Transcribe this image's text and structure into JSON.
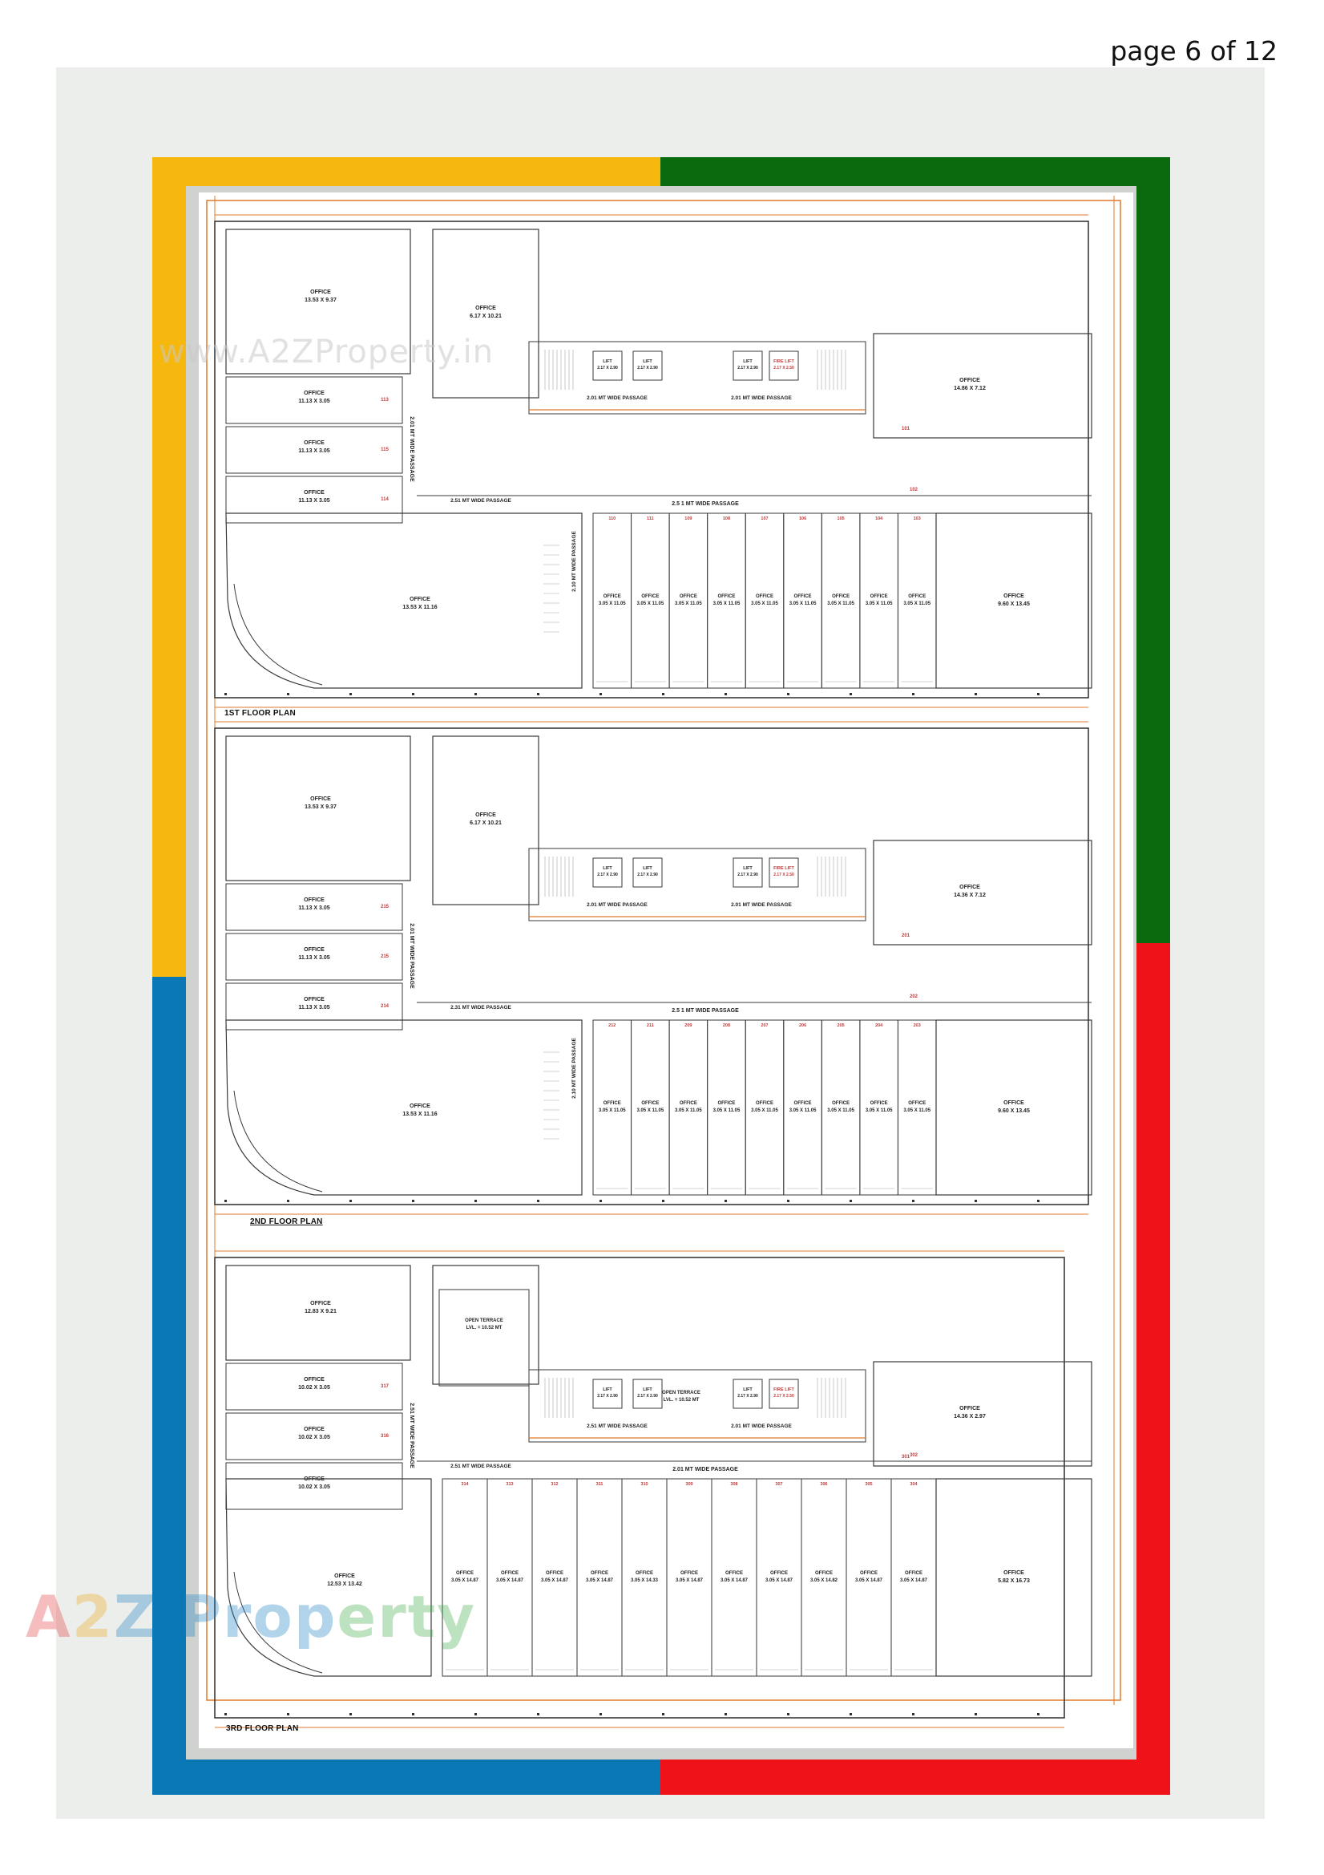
{
  "page_number": "page 6 of 12",
  "watermarks": {
    "url": "www.A2ZProperty.in",
    "logo": {
      "part1": "A",
      "part2": "2",
      "part3": "Z Prop",
      "part4": "erty"
    }
  },
  "frame_colors": {
    "yellow": "#f6b80e",
    "green": "#0a6b0e",
    "blue": "#0a78b4",
    "red": "#f01219"
  },
  "floors": [
    {
      "label": "1ST FLOOR PLAN",
      "offices_left": [
        {
          "name": "OFFICE",
          "size": "13.53 X 9.37"
        },
        {
          "name": "OFFICE",
          "size": "6.17 X 10.21"
        },
        {
          "name": "OFFICE",
          "size": "11.13 X 3.05",
          "no": "113"
        },
        {
          "name": "OFFICE",
          "size": "11.13 X 3.05",
          "no": "115"
        },
        {
          "name": "OFFICE",
          "size": "11.13 X 3.05",
          "no": "114"
        },
        {
          "name": "OFFICE",
          "size": "13.53 X 11.16"
        }
      ],
      "lifts": [
        "LIFT 2.17 X 2.90",
        "LIFT 2.17 X 2.90",
        "LIFT 2.17 X 2.90",
        "FIRE LIFT 2.17 X 2.50"
      ],
      "passages": [
        "2.01 MT WIDE PASSAGE",
        "2.01 MT WIDE PASSAGE",
        "2.51 MT WIDE PASSAGE",
        "2.5 1 MT WIDE PASSAGE",
        "2.10 MT WIDE PASSAGE"
      ],
      "row_offices": [
        {
          "no": "110",
          "size": "3.05 X 11.05"
        },
        {
          "no": "111",
          "size": "3.05 X 11.05"
        },
        {
          "no": "109",
          "size": "3.05 X 11.05"
        },
        {
          "no": "108",
          "size": "3.05 X 11.05"
        },
        {
          "no": "107",
          "size": "3.05 X 11.05"
        },
        {
          "no": "106",
          "size": "3.05 X 11.05"
        },
        {
          "no": "105",
          "size": "3.05 X 11.05"
        },
        {
          "no": "104",
          "size": "3.05 X 11.05"
        },
        {
          "no": "103",
          "size": "3.05 X 11.05"
        }
      ],
      "offices_right": [
        {
          "name": "OFFICE",
          "size": "14.86 X 7.12",
          "no": "101"
        },
        {
          "name": "OFFICE",
          "size": "9.60 X 13.45",
          "no": "102"
        }
      ]
    },
    {
      "label": "2ND FLOOR PLAN",
      "offices_left": [
        {
          "name": "OFFICE",
          "size": "13.53 X 9.37"
        },
        {
          "name": "OFFICE",
          "size": "6.17 X 10.21"
        },
        {
          "name": "OFFICE",
          "size": "11.13 X 3.05",
          "no": "215"
        },
        {
          "name": "OFFICE",
          "size": "11.13 X 3.05",
          "no": "215"
        },
        {
          "name": "OFFICE",
          "size": "11.13 X 3.05",
          "no": "214"
        },
        {
          "name": "OFFICE",
          "size": "13.53 X 11.16"
        }
      ],
      "lifts": [
        "LIFT 2.17 X 2.90",
        "LIFT 2.17 X 2.90",
        "LIFT 2.17 X 2.90",
        "FIRE LIFT 2.17 X 2.50"
      ],
      "passages": [
        "2.01 MT WIDE PASSAGE",
        "2.01 MT WIDE PASSAGE",
        "2.31 MT WIDE PASSAGE",
        "2.5 1 MT WIDE PASSAGE",
        "2.10 MT WIDE PASSAGE"
      ],
      "row_offices": [
        {
          "no": "212",
          "size": "3.05 X 11.05"
        },
        {
          "no": "211",
          "size": "3.05 X 11.05"
        },
        {
          "no": "209",
          "size": "3.05 X 11.05"
        },
        {
          "no": "208",
          "size": "3.05 X 11.05"
        },
        {
          "no": "207",
          "size": "3.05 X 11.05"
        },
        {
          "no": "206",
          "size": "3.05 X 11.05"
        },
        {
          "no": "205",
          "size": "3.05 X 11.05"
        },
        {
          "no": "204",
          "size": "3.05 X 11.05"
        },
        {
          "no": "203",
          "size": "3.05 X 11.05"
        }
      ],
      "offices_right": [
        {
          "name": "OFFICE",
          "size": "14.36 X 7.12",
          "no": "201"
        },
        {
          "name": "OFFICE",
          "size": "9.60 X 13.45",
          "no": "202"
        }
      ]
    },
    {
      "label": "3RD FLOOR PLAN",
      "offices_left": [
        {
          "name": "OFFICE",
          "size": "12.83 X 9.21"
        },
        {
          "name": "OFFICE",
          "size": "10.02 X 3.05",
          "no": "317"
        },
        {
          "name": "OFFICE",
          "size": "10.02 X 3.05",
          "no": "316"
        },
        {
          "name": "OFFICE",
          "size": "10.02 X 3.05"
        },
        {
          "name": "OFFICE",
          "size": "12.53 X 13.42"
        }
      ],
      "terraces": [
        "OPEN TERRACE LVL. = 10.52 MT",
        "OPEN TERRACE LVL. = 10.52 MT"
      ],
      "lifts": [
        "LIFT 2.17 X 2.90",
        "LIFT 2.17 X 2.90",
        "LIFT 2.17 X 2.90",
        "FIRE LIFT 2.17 X 2.50"
      ],
      "passages": [
        "2.51 MT WIDE PASSAGE",
        "2.51 MT WIDE PASSAGE",
        "2.01 MT WIDE PASSAGE",
        "2.51 MT WIDE PASSAGE"
      ],
      "row_offices": [
        {
          "no": "314",
          "size": "3.05 X 14.87"
        },
        {
          "no": "313",
          "size": "3.05 X 14.87"
        },
        {
          "no": "312",
          "size": "3.05 X 14.87"
        },
        {
          "no": "311",
          "size": "3.05 X 14.87"
        },
        {
          "no": "310",
          "size": "3.05 X 14.33"
        },
        {
          "no": "309",
          "size": "3.05 X 14.87"
        },
        {
          "no": "308",
          "size": "3.05 X 14.87"
        },
        {
          "no": "307",
          "size": "3.05 X 14.87"
        },
        {
          "no": "306",
          "size": "3.05 X 14.82"
        },
        {
          "no": "305",
          "size": "3.05 X 14.87"
        },
        {
          "no": "304",
          "size": "3.05 X 14.87"
        }
      ],
      "offices_right": [
        {
          "name": "OFFICE",
          "size": "14.36 X 2.97",
          "no": "301"
        },
        {
          "name": "OFFICE",
          "size": "5.82 X 16.73",
          "no": "302"
        }
      ]
    }
  ]
}
